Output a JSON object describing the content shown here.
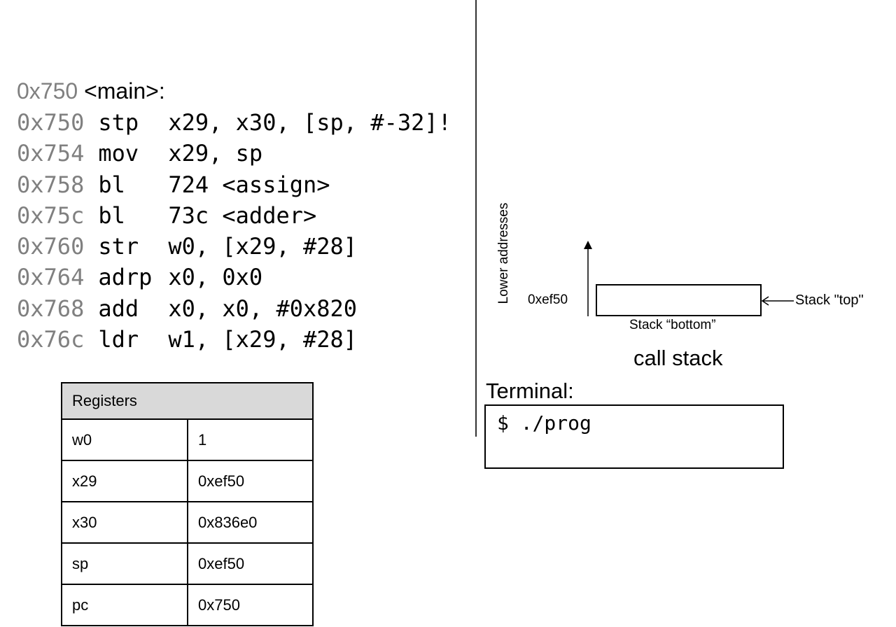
{
  "function_header": {
    "address": "0x750",
    "name": "<main>:"
  },
  "code": [
    {
      "addr": "0x750",
      "op": "stp",
      "args": "x29, x30, [sp, #-32]!"
    },
    {
      "addr": "0x754",
      "op": "mov",
      "args": "x29, sp"
    },
    {
      "addr": "0x758",
      "op": "bl",
      "args": "724 <assign>"
    },
    {
      "addr": "0x75c",
      "op": "bl",
      "args": "73c <adder>"
    },
    {
      "addr": "0x760",
      "op": "str",
      "args": "w0, [x29, #28]"
    },
    {
      "addr": "0x764",
      "op": "adrp",
      "args": "x0, 0x0"
    },
    {
      "addr": "0x768",
      "op": "add",
      "args": "x0, x0, #0x820"
    },
    {
      "addr": "0x76c",
      "op": "ldr",
      "args": "w1, [x29, #28]"
    }
  ],
  "registers": {
    "title": "Registers",
    "rows": [
      {
        "name": "w0",
        "value": "1"
      },
      {
        "name": "x29",
        "value": "0xef50"
      },
      {
        "name": "x30",
        "value": "0x836e0"
      },
      {
        "name": "sp",
        "value": "0xef50"
      },
      {
        "name": "pc",
        "value": "0x750"
      }
    ]
  },
  "stack": {
    "direction_label": "Lower addresses",
    "address": "0xef50",
    "top_label": "Stack \"top\"",
    "bottom_label": "Stack “bottom”",
    "caption": "call stack"
  },
  "terminal": {
    "label": "Terminal:",
    "text": "$ ./prog"
  }
}
